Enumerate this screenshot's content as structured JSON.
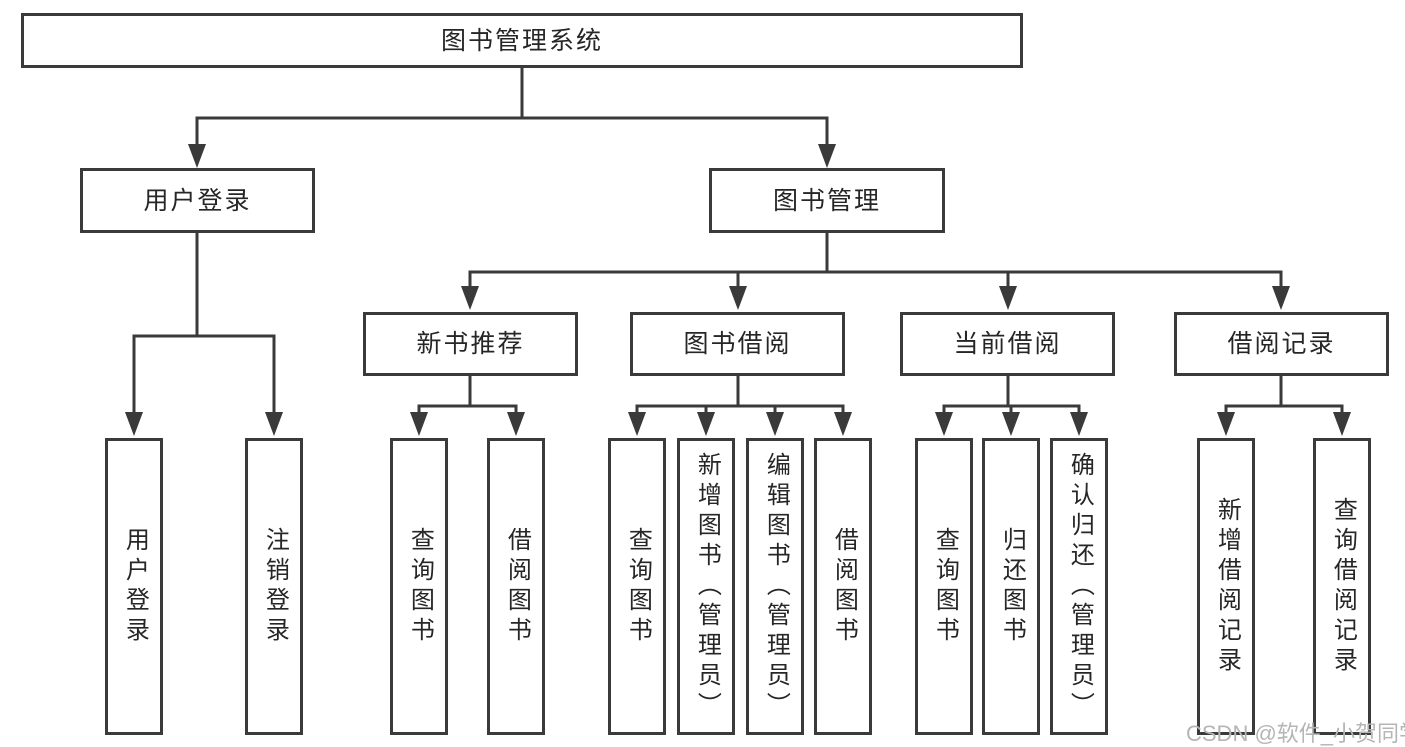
{
  "diagram": {
    "root_label": "图书管理系统",
    "user_branch": {
      "label": "用户登录",
      "children": [
        "用户登录",
        "注销登录"
      ]
    },
    "book_branch": {
      "label": "图书管理",
      "groups": [
        {
          "label": "新书推荐",
          "children": [
            "查询图书",
            "借阅图书"
          ]
        },
        {
          "label": "图书借阅",
          "children": [
            "查询图书",
            "新增图书（管理员）",
            "编辑图书（管理员）",
            "借阅图书"
          ]
        },
        {
          "label": "当前借阅",
          "children": [
            "查询图书",
            "归还图书",
            "确认归还（管理员）"
          ]
        },
        {
          "label": "借阅记录",
          "children": [
            "新增借阅记录",
            "查询借阅记录"
          ]
        }
      ]
    }
  },
  "watermark": {
    "text": "CSDN @软件_小贺同学"
  },
  "colors": {
    "line": "#3a3a3a",
    "text": "#262626",
    "watermark": "#b5b5b5",
    "background": "#ffffff"
  }
}
